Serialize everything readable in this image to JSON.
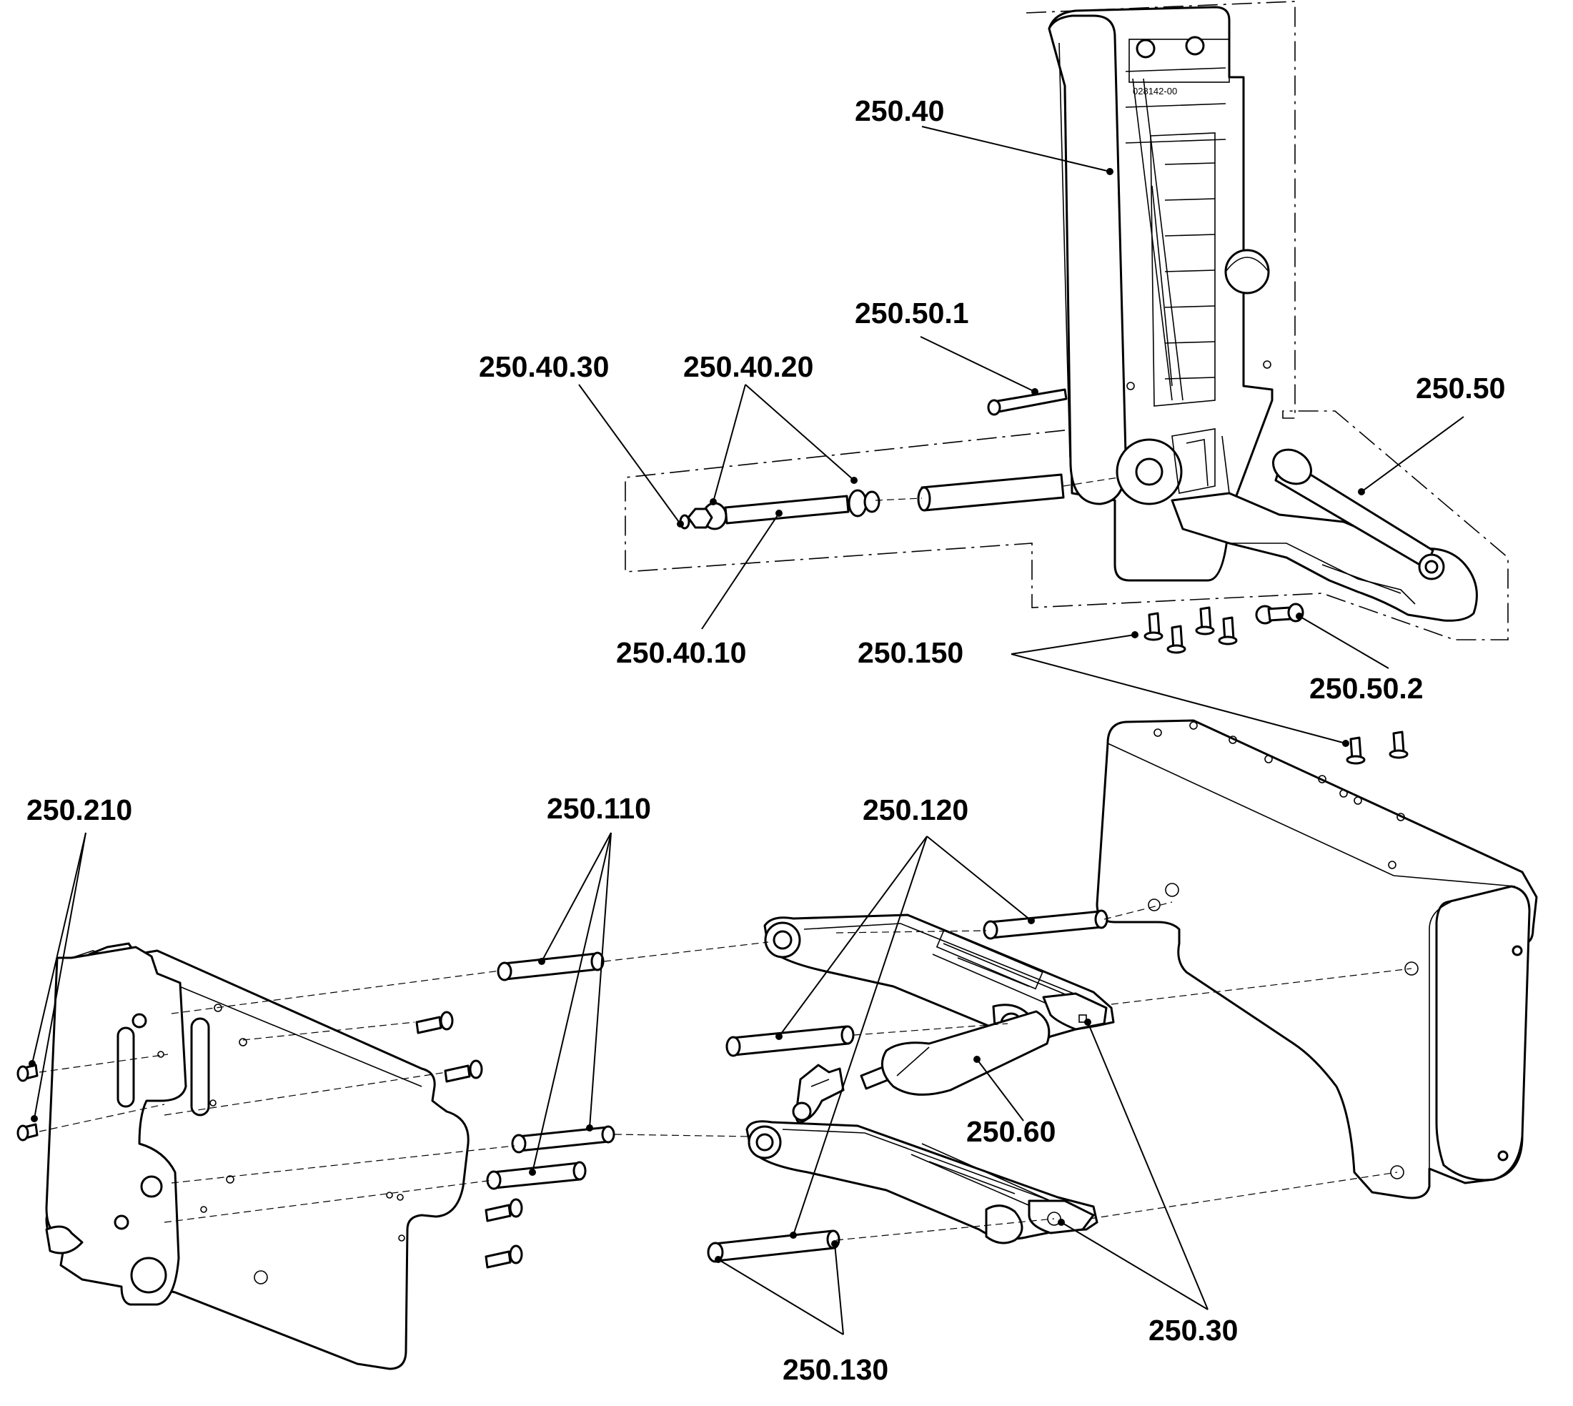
{
  "labels": {
    "l_250_40": "250.40",
    "l_250_50_1": "250.50.1",
    "l_250_40_30": "250.40.30",
    "l_250_40_20": "250.40.20",
    "l_250_50": "250.50",
    "l_250_40_10": "250.40.10",
    "l_250_150": "250.150",
    "l_250_50_2": "250.50.2",
    "l_250_210": "250.210",
    "l_250_110": "250.110",
    "l_250_120": "250.120",
    "l_250_60": "250.60",
    "l_250_30": "250.30",
    "l_250_130": "250.130"
  },
  "part_marking": "028142-00"
}
